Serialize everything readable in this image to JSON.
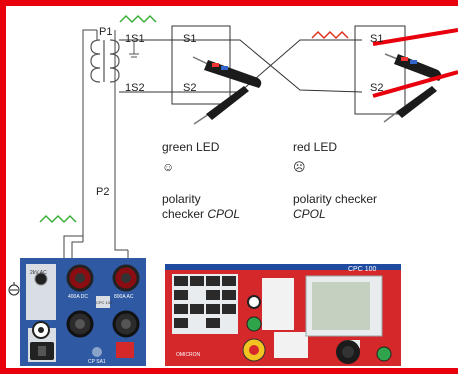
{
  "labels": {
    "p1": "P1",
    "p2": "P2",
    "ct_s1": "1S1",
    "ct_s2": "1S2",
    "box1_s1": "S1",
    "box1_s2": "S2",
    "box2_s1": "S1",
    "box2_s2": "S2"
  },
  "green_side": {
    "led_label": "green LED",
    "face": "☺",
    "line1": "polarity",
    "line2_prefix": "checker ",
    "line2_italic": "CPOL"
  },
  "red_side": {
    "led_label": "red LED",
    "face": "☹",
    "line1": "polarity checker",
    "line2_italic": "CPOL"
  },
  "device": {
    "brand": "CPC 100",
    "left_panel_labels": [
      "400A DC",
      "800A AC",
      "CPC 100",
      "2kV AC",
      "CP SA1"
    ],
    "right_panel_brand": "OMICRON"
  },
  "colors": {
    "frame_red": "#e8000d",
    "wave_green": "#3cae3c",
    "wave_red": "#e0301e",
    "panel_blue": "#2f5aa3",
    "panel_red": "#d4282b"
  }
}
